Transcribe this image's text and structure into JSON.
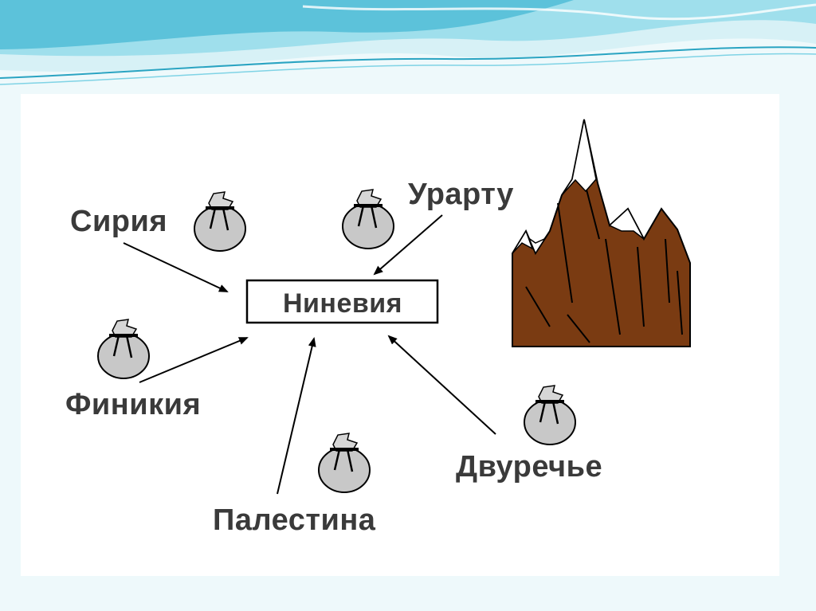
{
  "diagram": {
    "center": "Ниневия",
    "regions": {
      "syria": "Сирия",
      "urartu": "Урарту",
      "phoenicia": "Финикия",
      "palestine": "Палестина",
      "mesopotamia": "Двуречье"
    }
  },
  "colors": {
    "wave_light": "#c7ecf3",
    "wave_mid": "#7fd3e5",
    "wave_dark": "#2aa4c2",
    "mountain": "#7a3b12",
    "sack": "#c8c8c8",
    "text": "#3a3a3a"
  },
  "icons": [
    "money-sack-icon",
    "mountain-icon"
  ]
}
